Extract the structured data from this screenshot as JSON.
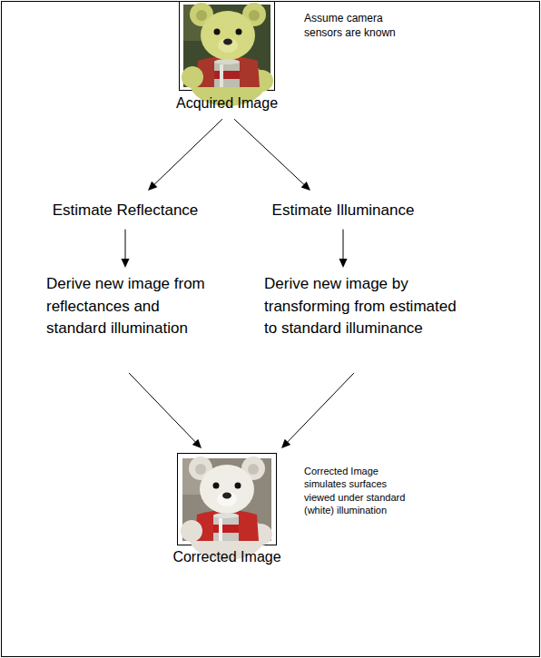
{
  "diagram": {
    "nodes": [
      {
        "text": [
          "Acquired Image"
        ]
      },
      {
        "text": [
          "Estimate Reflectance"
        ]
      },
      {
        "text": [
          "Estimate Illuminance"
        ]
      },
      {
        "text": [
          "Derive new image from reflectances and standard illumination"
        ]
      },
      {
        "text": [
          "Derive new image by transforming from estimated to standard illuminance"
        ]
      },
      {
        "text": [
          "Corrected Image"
        ]
      }
    ],
    "edges": [
      {
        "from": 0,
        "to": 1,
        "arrow": "to"
      },
      {
        "from": 0,
        "to": 2,
        "arrow": "to"
      },
      {
        "from": 1,
        "to": 3,
        "arrow": "to"
      },
      {
        "from": 2,
        "to": 4,
        "arrow": "to"
      },
      {
        "from": 3,
        "to": 5,
        "arrow": "to"
      },
      {
        "from": 4,
        "to": 5,
        "arrow": "to"
      }
    ],
    "labels": [
      "Assume camera sensors are known",
      "Corrected Image simulates surfaces viewed under standard (white) illumination"
    ]
  }
}
